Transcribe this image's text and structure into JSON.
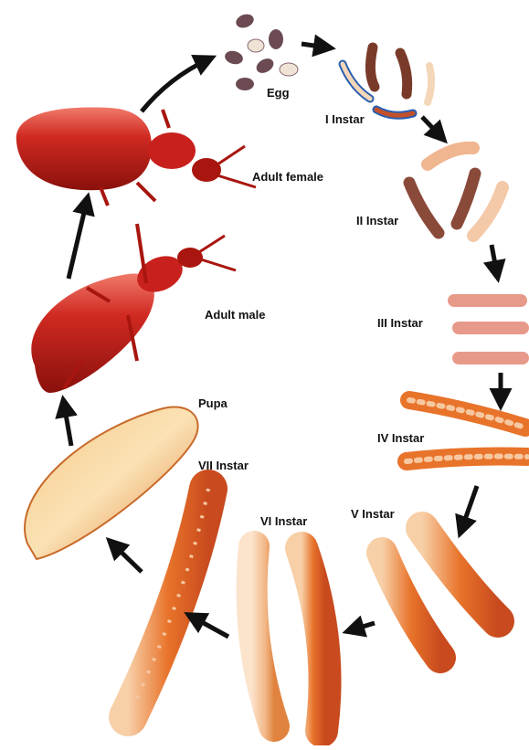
{
  "labels": {
    "egg": "Egg",
    "instar_1": "I Instar",
    "instar_2": "II Instar",
    "instar_3": "III Instar",
    "instar_4": "IV Instar",
    "instar_5": "V Instar",
    "instar_6": "VI Instar",
    "instar_7": "VII Instar",
    "pupa": "Pupa",
    "adult_male": "Adult male",
    "adult_female": "Adult female"
  },
  "colors": {
    "arrow": "#111111",
    "beetle_body": "#c8201c",
    "beetle_dark": "#7a0e0c",
    "larva_orange": "#e8732a",
    "larva_pale": "#f6c9a0",
    "larva_pink": "#e89a8a",
    "egg_brown": "#6b4a52",
    "egg_pale": "#efe3d6",
    "pupa": "#f1a65c"
  }
}
